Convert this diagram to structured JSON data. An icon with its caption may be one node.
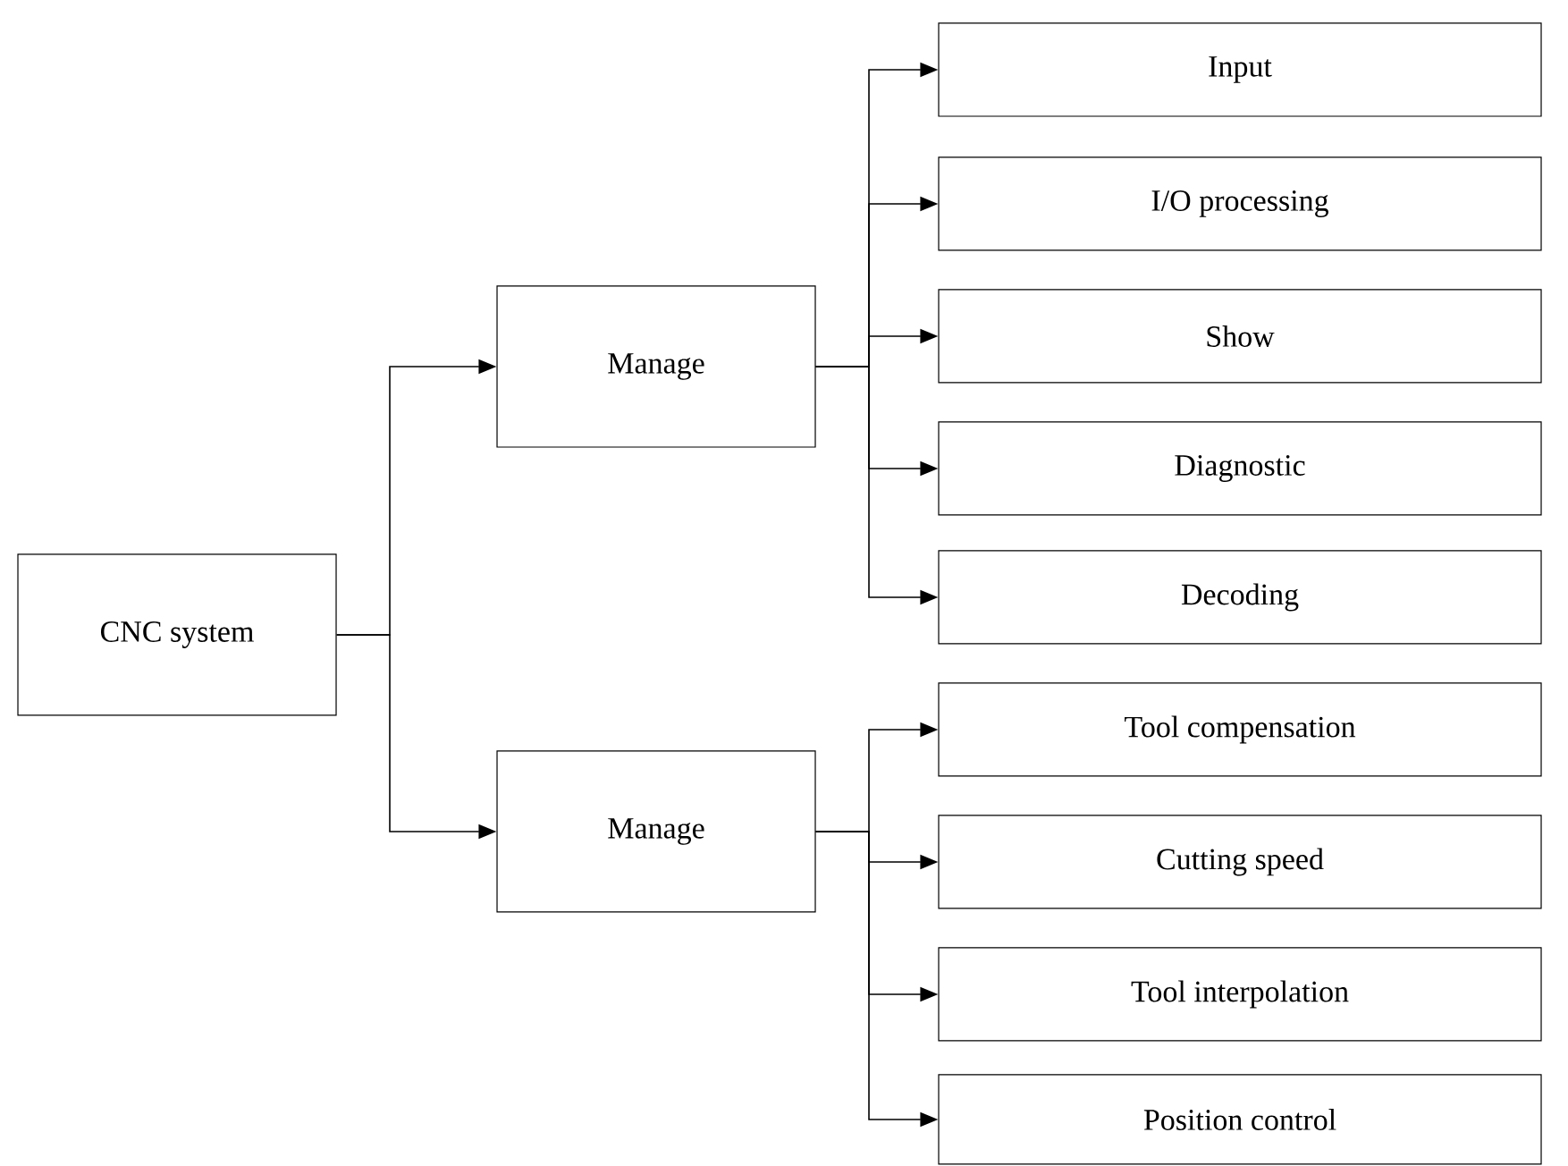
{
  "diagram": {
    "nodes": [
      {
        "text": [
          "CNC system"
        ]
      },
      {
        "text": [
          "Manage"
        ]
      },
      {
        "text": [
          "Input"
        ]
      },
      {
        "text": [
          "I/O processing"
        ]
      },
      {
        "text": [
          "Show"
        ]
      },
      {
        "text": [
          "Diagnostic"
        ]
      },
      {
        "text": [
          "Decoding"
        ]
      },
      {
        "text": [
          "Manage"
        ]
      },
      {
        "text": [
          "Tool compensation"
        ]
      },
      {
        "text": [
          "Cutting speed"
        ]
      },
      {
        "text": [
          "Tool interpolation"
        ]
      },
      {
        "text": [
          "Position control"
        ]
      }
    ],
    "edges": [
      {
        "from": 0,
        "to": 1,
        "arrow": "to"
      },
      {
        "from": 0,
        "to": 7,
        "arrow": "to"
      },
      {
        "from": 1,
        "to": 2,
        "arrow": "to"
      },
      {
        "from": 1,
        "to": 3,
        "arrow": "to"
      },
      {
        "from": 1,
        "to": 4,
        "arrow": "to"
      },
      {
        "from": 1,
        "to": 5,
        "arrow": "to"
      },
      {
        "from": 1,
        "to": 6,
        "arrow": "to"
      },
      {
        "from": 7,
        "to": 8,
        "arrow": "to"
      },
      {
        "from": 7,
        "to": 9,
        "arrow": "to"
      },
      {
        "from": 7,
        "to": 10,
        "arrow": "to"
      },
      {
        "from": 7,
        "to": 11,
        "arrow": "to"
      }
    ]
  }
}
